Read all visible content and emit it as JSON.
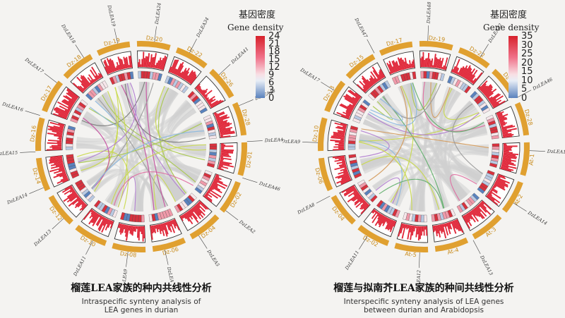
{
  "left": {
    "legend": {
      "title_cn": "基因密度",
      "title_en": "Gene density",
      "ticks": [
        "24",
        "21",
        "18",
        "15",
        "12",
        "9",
        "6",
        "3",
        "0"
      ]
    },
    "caption": {
      "cn": "榴莲LEA家族的种内共线性分析",
      "en_line1": "Intraspecific synteny analysis of",
      "en_line2": "LEA genes in durian"
    },
    "chromosomes": [
      "Dz-20",
      "Dz-22",
      "Dz-26",
      "Dz-28",
      "Dz-01",
      "Dz-02",
      "Dz-04",
      "Dz-06",
      "Dz-08",
      "Dz-10",
      "Dz-12",
      "Dz-14",
      "Dz-16",
      "Dz-17",
      "Dz-18",
      "Dz-19"
    ],
    "gene_labels": [
      "DzLEA34",
      "DzLEA41",
      "DzLEA43",
      "DzLEA44",
      "DzLEA46",
      "DzLEA2",
      "DzLEA5",
      "DzLEA7",
      "DzLEA9",
      "DzLEA11",
      "DzLEA13",
      "DzLEA14",
      "DzLEA15",
      "DzLEA16",
      "DzLEA17",
      "DzLEA18",
      "DzLEA19",
      "DzLEA24"
    ]
  },
  "right": {
    "legend": {
      "title_cn": "基因密度",
      "title_en": "Gene density",
      "ticks": [
        "35",
        "30",
        "25",
        "20",
        "15",
        "10",
        "5",
        "0"
      ]
    },
    "caption": {
      "cn": "榴莲与拟南芥LEA家族的种间共线性分析",
      "en_line1": "Interspecific synteny analysis of LEA genes",
      "en_line2": "between durian and Arabidopsis"
    },
    "chromosomes": [
      "Dz-19",
      "Dz-22",
      "Dz-26",
      "Dz-28",
      "At-1",
      "At-2",
      "At-3",
      "At-4",
      "At-5",
      "Dz-02",
      "Dz-04",
      "Dz-06",
      "Dz-10",
      "Dz-13",
      "Dz-15",
      "Dz-17"
    ],
    "gene_labels": [
      "DzLEA42",
      "DzLEA46",
      "DzLEA15",
      "DzLEA14",
      "DzLEA13",
      "DzLEA12",
      "DzLEA11",
      "DzLEA8",
      "DzLEA9",
      "DzLEA17",
      "DzLEA47",
      "DzLEA48"
    ]
  }
}
